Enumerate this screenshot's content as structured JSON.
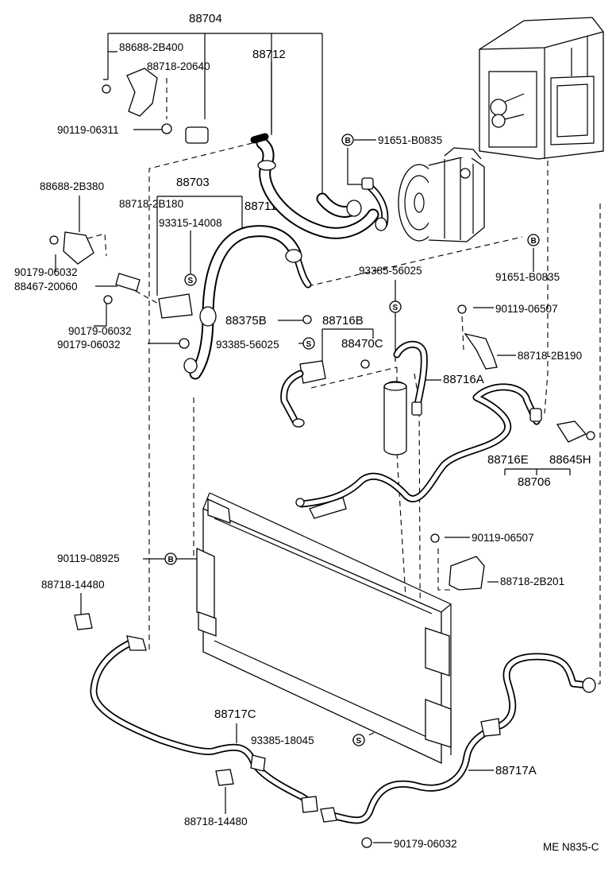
{
  "diagram": {
    "code": "ME N835-C",
    "symbols": {
      "bolt": "B",
      "seal": "S"
    },
    "labels": [
      "88704",
      "88688-2B400",
      "88712",
      "88718-20640",
      "90119-06311",
      "91651-B0835",
      "88703",
      "88688-2B380",
      "88718-2B180",
      "88711",
      "93315-14008",
      "91651-B0835",
      "90179-06032",
      "88467-20060",
      "93385-56025",
      "90119-06507",
      "88375B",
      "88716B",
      "90179-06032",
      "88470C",
      "88718-2B190",
      "90179-06032",
      "93385-56025",
      "88716A",
      "88716E",
      "88645H",
      "88706",
      "90119-06507",
      "90119-08925",
      "88718-2B201",
      "88718-14480",
      "88717C",
      "93385-18045",
      "88717A",
      "88718-14480",
      "90179-06032"
    ]
  }
}
